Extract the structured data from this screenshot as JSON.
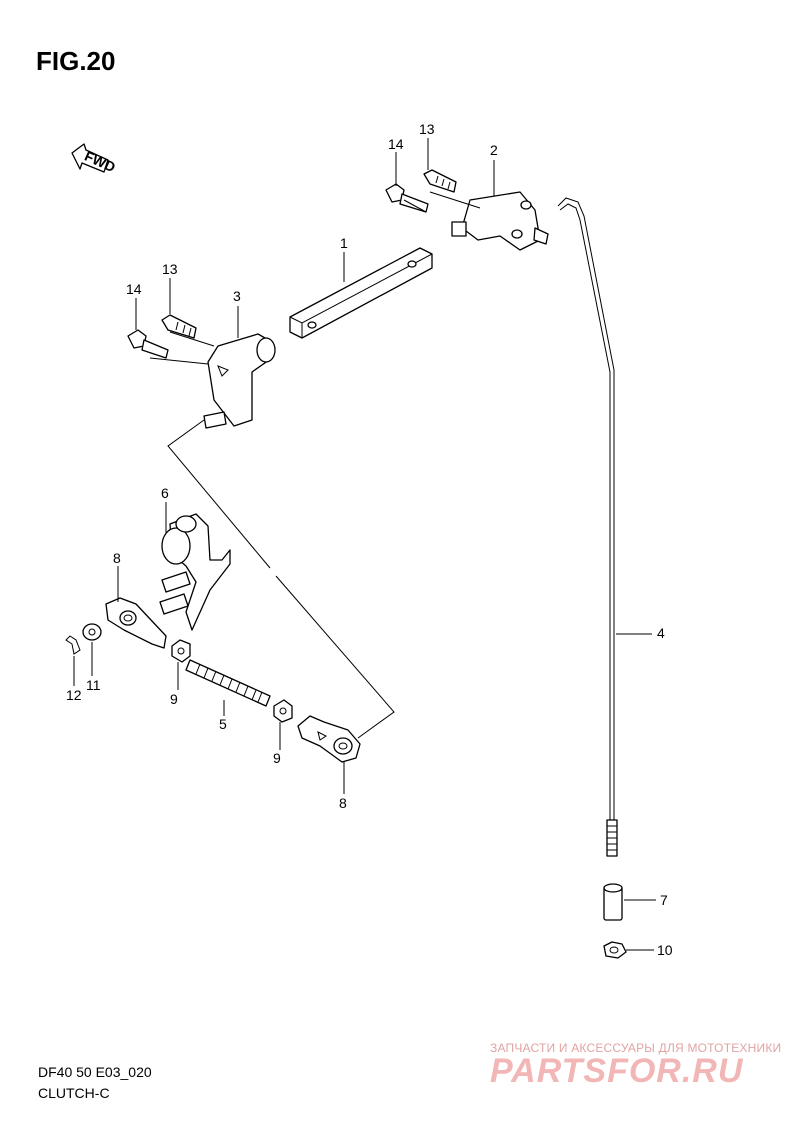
{
  "figure": {
    "title": "FIG.20",
    "code": "DF40 50 E03_020",
    "name": "CLUTCH-C"
  },
  "direction_badge": "FWD",
  "callouts": {
    "p1": "1",
    "p2": "2",
    "p3": "3",
    "p4": "4",
    "p5": "5",
    "p6": "6",
    "p7": "7",
    "p8a": "8",
    "p8b": "8",
    "p9a": "9",
    "p9b": "9",
    "p10": "10",
    "p11": "11",
    "p12": "12",
    "p13a": "13",
    "p13b": "13",
    "p14a": "14",
    "p14b": "14"
  },
  "watermark": {
    "tagline": "ЗАПЧАСТИ И АКСЕССУАРЫ ДЛЯ МОТОТЕХНИКИ",
    "brand": "PARTSFOR.RU"
  }
}
